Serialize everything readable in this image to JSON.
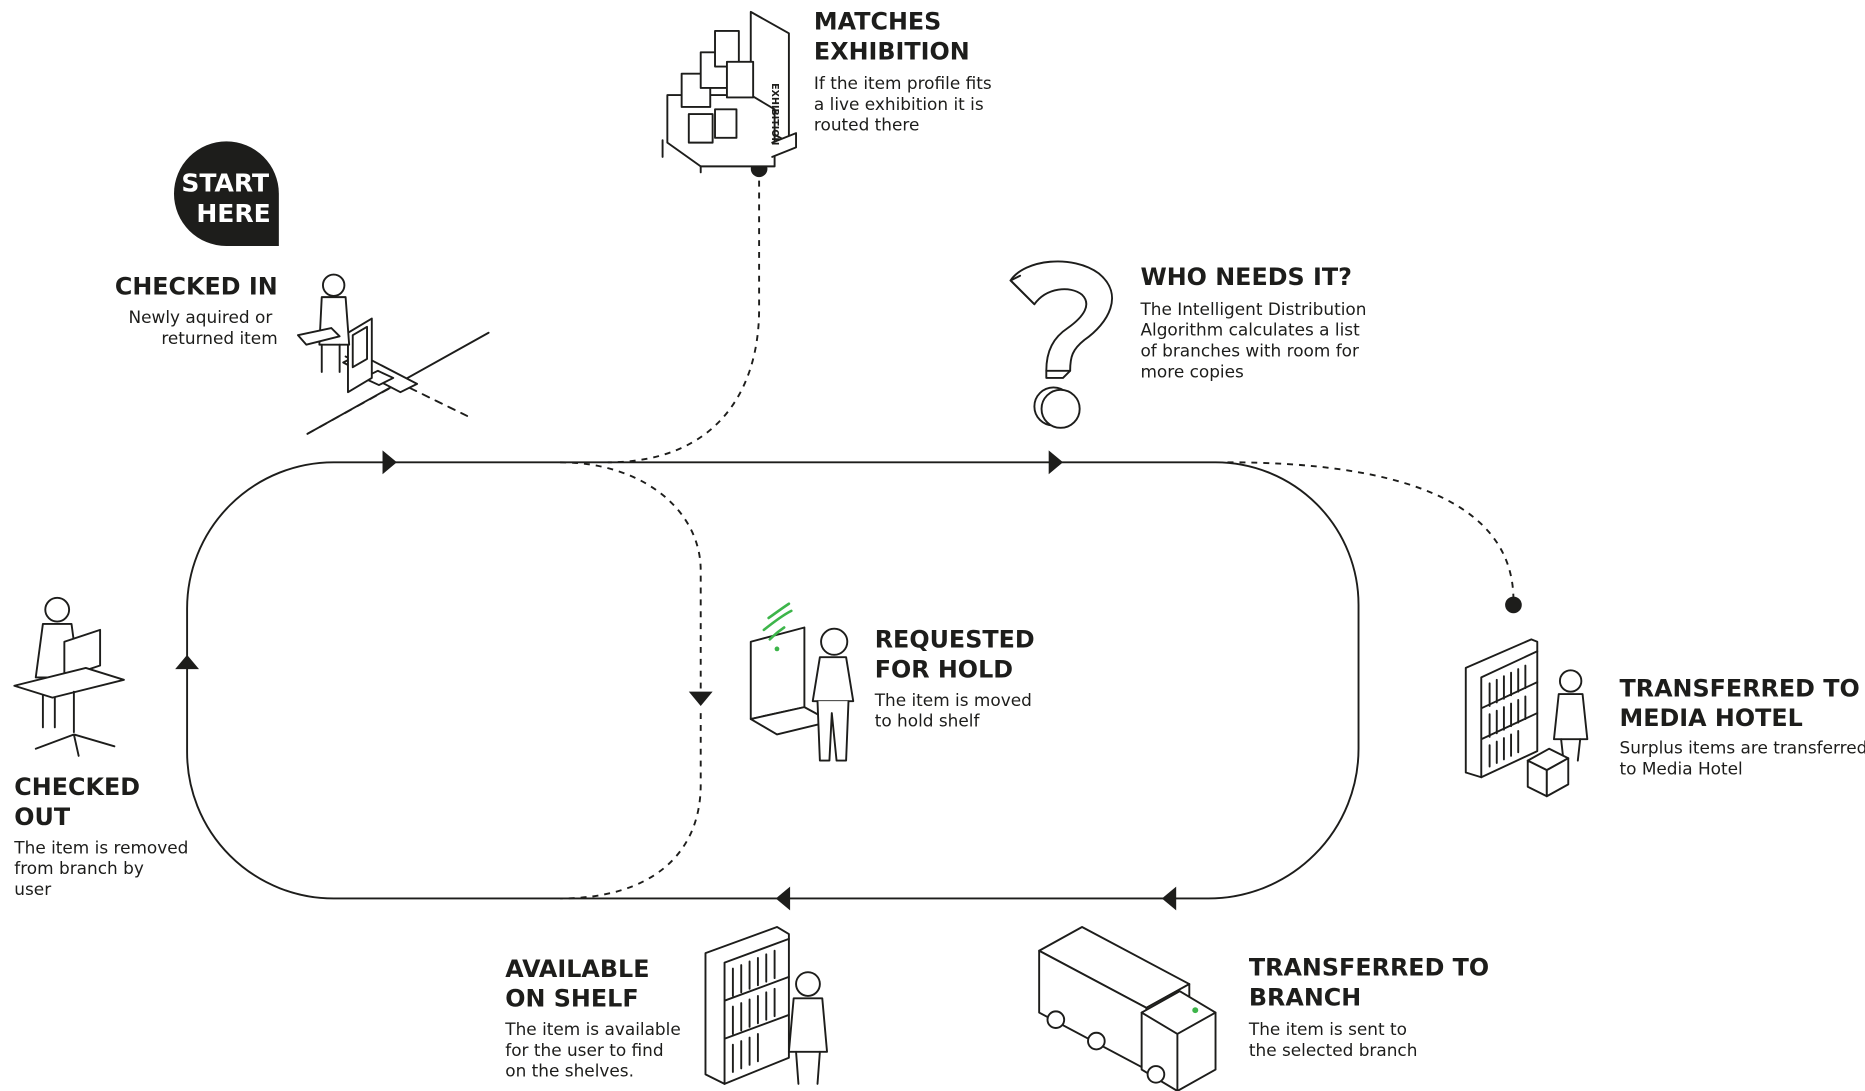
{
  "start_badge": {
    "line1": "START",
    "line2": "HERE"
  },
  "stages": {
    "checked_in": {
      "title": [
        "CHECKED IN"
      ],
      "desc": [
        "Newly aquired or",
        "returned item"
      ]
    },
    "matches_exhibition": {
      "title": [
        "MATCHES",
        "EXHIBITION"
      ],
      "desc": [
        "If the item profile fits",
        "a live exhibition it is",
        "routed there"
      ],
      "sign_text": "EXHIBITION"
    },
    "who_needs_it": {
      "title": [
        "WHO NEEDS IT?"
      ],
      "desc": [
        "The Intelligent Distribution",
        "Algorithm calculates a list",
        "of branches with room for",
        "more copies"
      ]
    },
    "requested_for_hold": {
      "title": [
        "REQUESTED",
        "FOR HOLD"
      ],
      "desc": [
        "The item is moved",
        "to hold shelf"
      ]
    },
    "transferred_media_hotel": {
      "title": [
        "TRANSFERRED TO",
        "MEDIA HOTEL"
      ],
      "desc": [
        "Surplus items are transferred",
        "to Media Hotel"
      ]
    },
    "checked_out": {
      "title": [
        "CHECKED",
        "OUT"
      ],
      "desc": [
        "The item is removed",
        "from branch by",
        "user"
      ]
    },
    "available_on_shelf": {
      "title": [
        "AVAILABLE",
        "ON SHELF"
      ],
      "desc": [
        "The item is available",
        "for the user to find",
        "on the shelves."
      ]
    },
    "transferred_branch": {
      "title": [
        "TRANSFERRED TO",
        "BRANCH"
      ],
      "desc": [
        "The item is sent to",
        "the selected branch"
      ]
    }
  },
  "colors": {
    "ink": "#1d1d1b",
    "accent": "#3db54a",
    "background": "#ffffff"
  },
  "icons": {
    "checked_in": "person-at-return-kiosk-icon",
    "matches_exhibition": "exhibition-display-icon",
    "who_needs_it": "question-mark-icon",
    "requested_for_hold": "person-at-rfid-screen-icon",
    "transferred_media_hotel": "bookshelf-with-person-icon",
    "checked_out": "person-at-computer-desk-icon",
    "available_on_shelf": "bookshelf-with-person-icon",
    "transferred_branch": "delivery-truck-icon"
  }
}
